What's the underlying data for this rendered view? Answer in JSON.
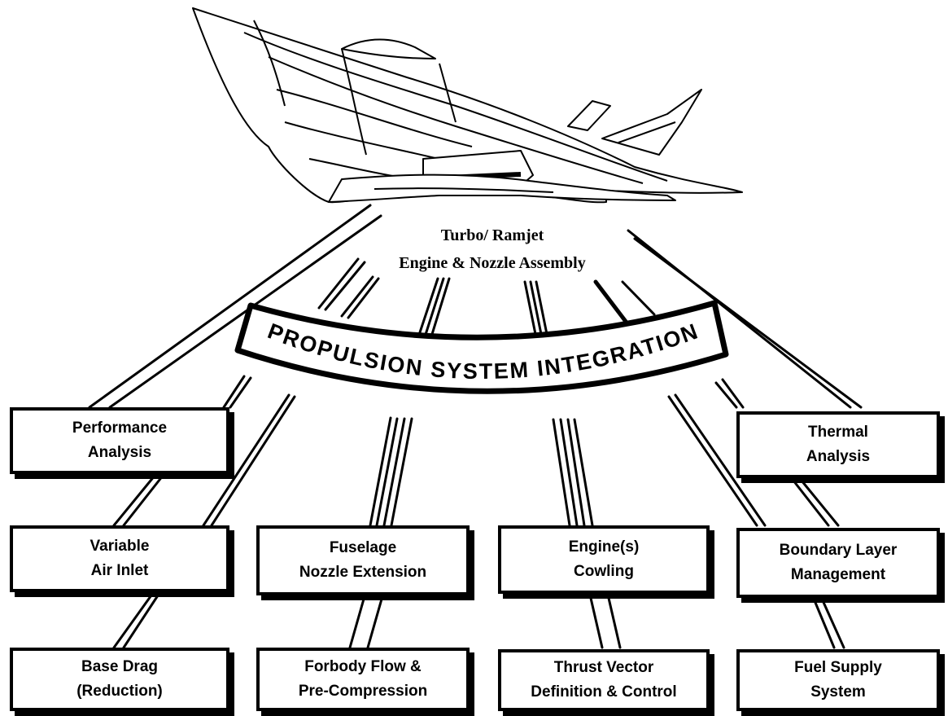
{
  "engine_label": {
    "line1": "Turbo/ Ramjet",
    "line2": "Engine & Nozzle Assembly"
  },
  "banner": {
    "title": "PROPULSION SYSTEM INTEGRATION"
  },
  "boxes": {
    "performance": {
      "line1": "Performance",
      "line2": "Analysis"
    },
    "thermal": {
      "line1": "Thermal",
      "line2": "Analysis"
    },
    "inlet": {
      "line1": "Variable",
      "line2": "Air Inlet"
    },
    "fuselage": {
      "line1": "Fuselage",
      "line2": "Nozzle Extension"
    },
    "cowling": {
      "line1": "Engine(s)",
      "line2": "Cowling"
    },
    "boundary": {
      "line1": "Boundary Layer",
      "line2": "Management"
    },
    "basedrag": {
      "line1": "Base Drag",
      "line2": "(Reduction)"
    },
    "forebody": {
      "line1": "Forbody Flow &",
      "line2": "Pre-Compression"
    },
    "thrust": {
      "line1": "Thrust Vector",
      "line2": "Definition & Control"
    },
    "fuel": {
      "line1": "Fuel Supply",
      "line2": "System"
    }
  },
  "icons": [
    "aircraft-illustration"
  ]
}
